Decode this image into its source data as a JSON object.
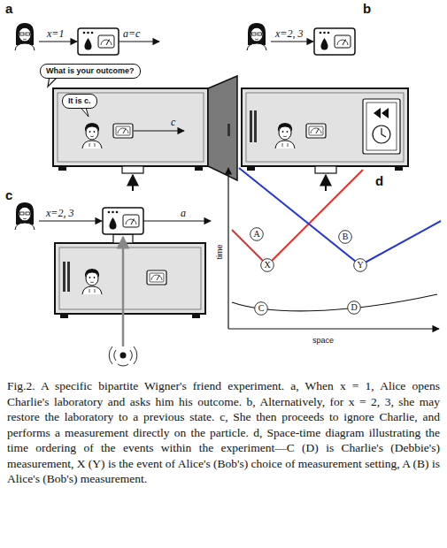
{
  "diagram": {
    "caption": "Fig.2. A specific bipartite Wigner's friend experiment. a, When x = 1, Alice opens Charlie's laboratory and asks him his outcome. b, Alternatively, for x = 2, 3, she may restore the laboratory to a previous state. c, She then proceeds to ignore Charlie, and performs a measurement directly on the particle. d, Space-time diagram illustrating the time ordering of the events within the experiment—C (D) is Charlie's (Debbie's) measurement, X (Y) is the event of Alice's (Bob's) choice of measurement setting, A (B) is Alice's (Bob's) measurement.",
    "nodes": [
      {
        "text": [
          "What is your outcome?"
        ]
      },
      {
        "text": [
          "It is c."
        ]
      },
      {
        "text": [
          "A"
        ]
      },
      {
        "text": [
          "B"
        ]
      },
      {
        "text": [
          "X"
        ]
      },
      {
        "text": [
          "Y"
        ]
      },
      {
        "text": [
          "C"
        ]
      },
      {
        "text": [
          "D"
        ]
      }
    ],
    "labels": [
      "a",
      "b",
      "c",
      "d",
      "x=1",
      "a=c",
      "c",
      "x=2, 3",
      "x=2, 3",
      "a",
      "time",
      "space"
    ]
  }
}
